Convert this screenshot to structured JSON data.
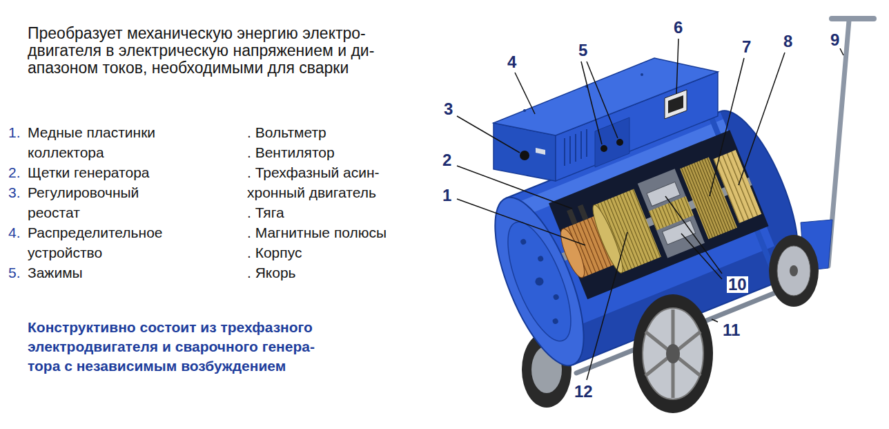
{
  "diagram": {
    "caption": "Конструктивно состоит из трехфазного электродвигателя и сварочного генера- тора с независимым возбуждением",
    "labels": [
      "Преобразует механическую энергию электро- двигателя в электрическую напряжением и ди- апазоном токов, необходимыми для сварки",
      "1.",
      "Медные пластинки коллектора",
      "2.",
      "Щетки генератора",
      "3.",
      "Регулировочный реостат",
      "4.",
      "Распределительное устройство",
      "5.",
      "Зажимы",
      ". Вольтметр",
      ". Вентилятор",
      ". Трехфазный асин- хронный двигатель",
      ". Тяга",
      ". Магнитные полюсы",
      ". Корпус",
      ". Якорь",
      "1",
      "2",
      "3",
      "4",
      "5",
      "6",
      "7",
      "8",
      "9",
      "10",
      "11",
      "12"
    ]
  }
}
